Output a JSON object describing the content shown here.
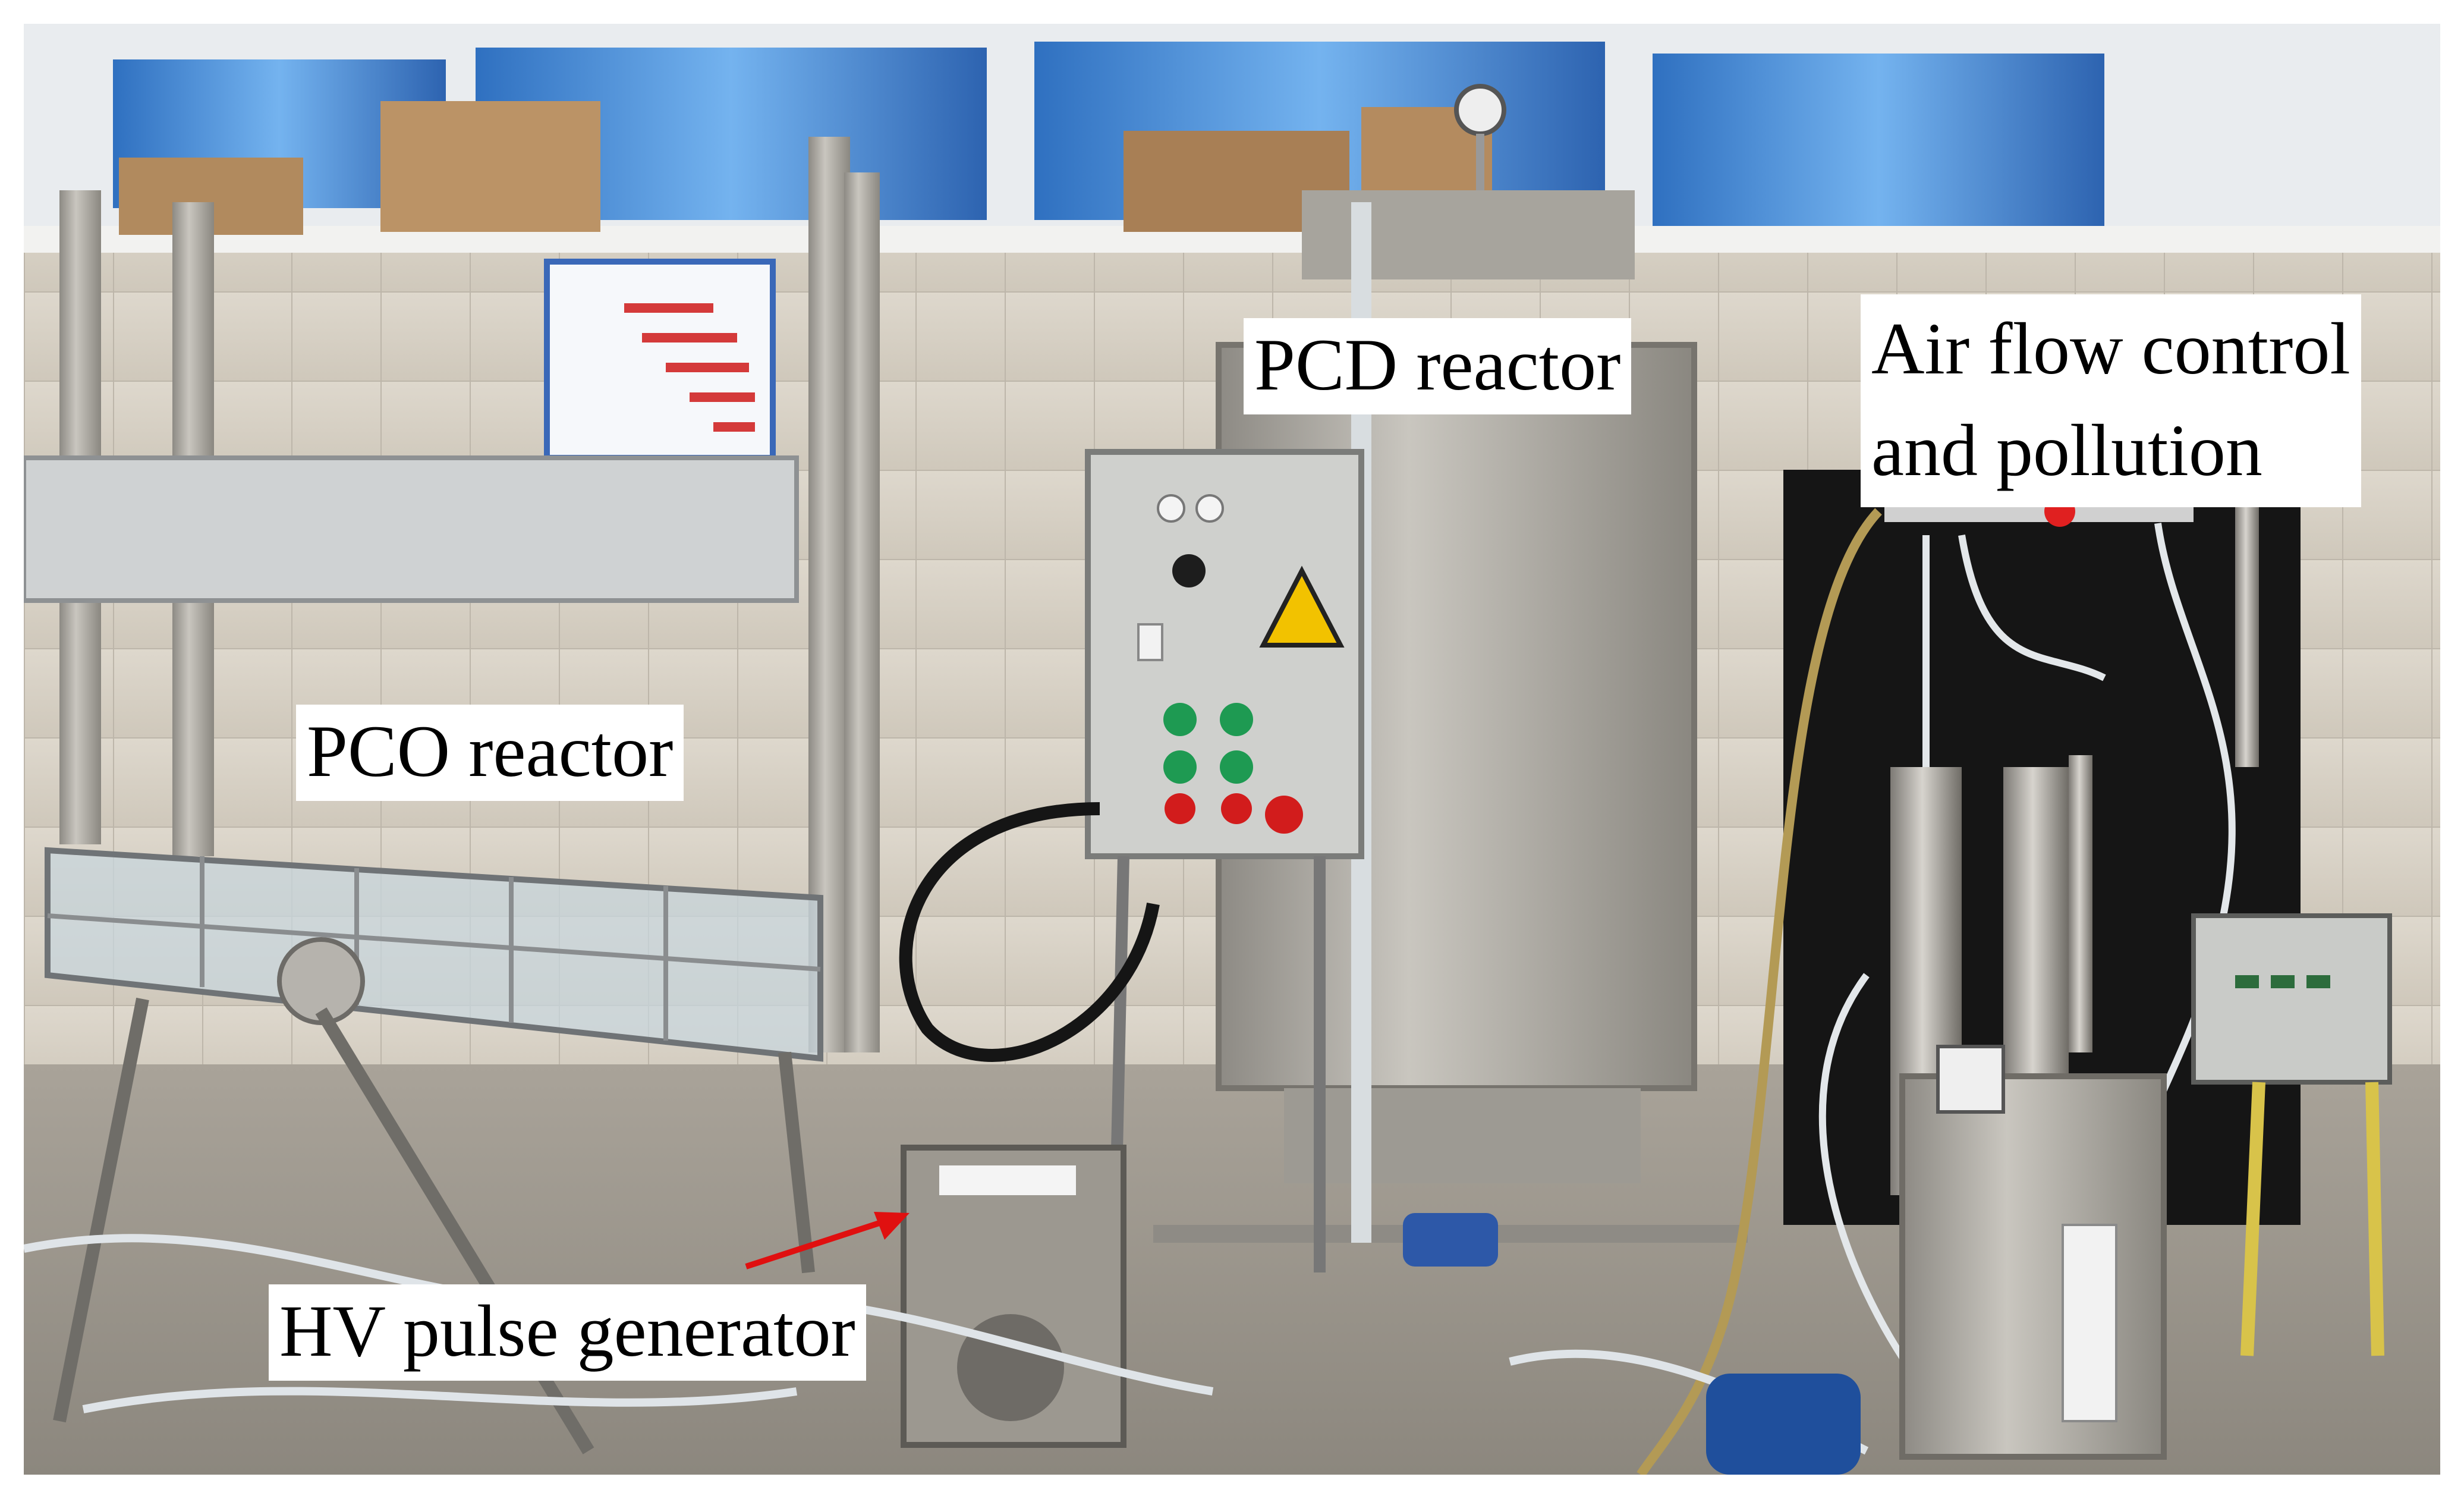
{
  "labels": {
    "pcd_reactor": "PCD reactor",
    "air_flow_line1": "Air flow control",
    "air_flow_line2": "and pollution",
    "pco_reactor": "PCO reactor",
    "hv_pulse_generator": "HV pulse generator"
  },
  "icons": {
    "warning": "high-voltage-warning-icon",
    "arrow": "red-pointer-arrow"
  },
  "colors": {
    "arrow": "#e01010",
    "warning_sign": "#f2c200",
    "control_buttons_green": "#1e9a52",
    "control_buttons_red": "#d21c1c",
    "window_glass": "#3f86d4",
    "wall_tile": "#e6e1d8",
    "steel": "#a9a69f",
    "back_panel": "#151515"
  }
}
